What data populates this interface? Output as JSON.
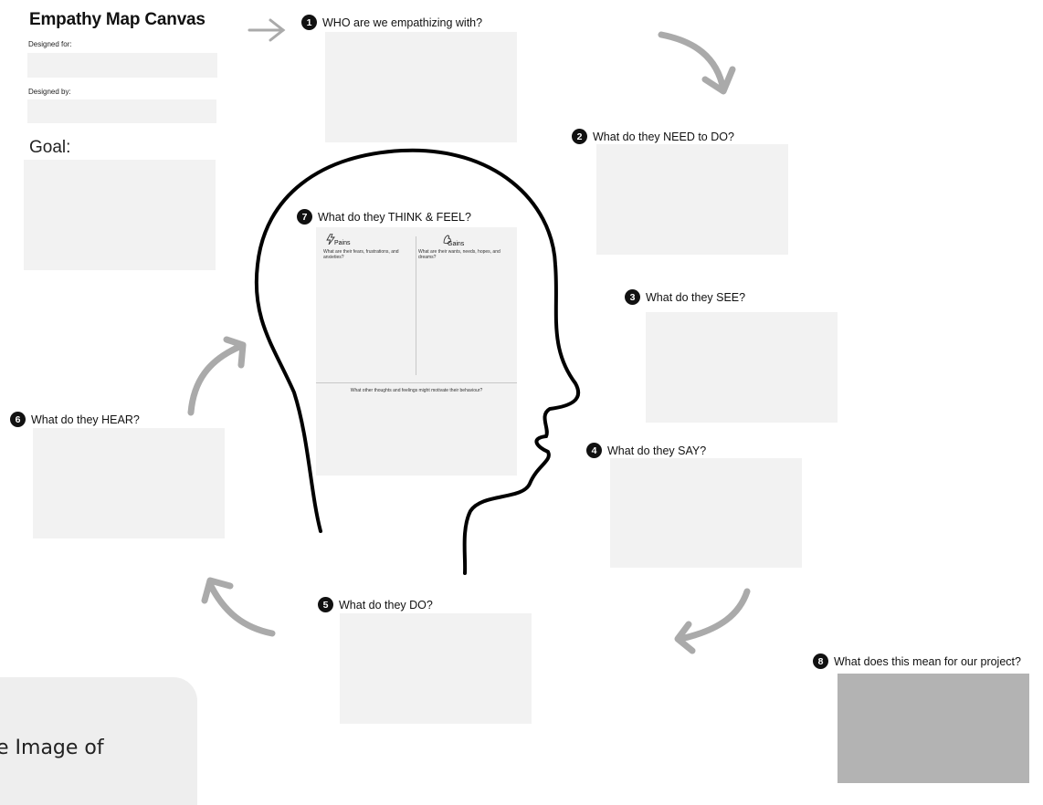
{
  "canvas": {
    "title": "Empathy Map Canvas",
    "designed_for_label": "Designed for:",
    "designed_by_label": "Designed by:",
    "goal_label": "Goal:"
  },
  "steps": [
    {
      "num": "1",
      "label": "WHO are we empathizing with?"
    },
    {
      "num": "2",
      "label": "What do they NEED to DO?"
    },
    {
      "num": "3",
      "label": "What do they SEE?"
    },
    {
      "num": "4",
      "label": "What do they SAY?"
    },
    {
      "num": "5",
      "label": "What do they DO?"
    },
    {
      "num": "6",
      "label": "What do they HEAR?"
    },
    {
      "num": "7",
      "label": "What do they THINK & FEEL?"
    },
    {
      "num": "8",
      "label": "What does this mean for our project?"
    }
  ],
  "think_feel": {
    "pains_title": "Pains",
    "pains_text": "What are their fears, frustrations, and anxieties?",
    "gains_title": "Gains",
    "gains_text": "What are their wants, needs, hopes, and dreams?",
    "other_text": "What other thoughts and feelings might motivate their behaviour?"
  },
  "overlay": {
    "text": "e Image of"
  },
  "icons": {
    "pains": "lightning-icon",
    "gains": "flexed-arm-icon"
  },
  "colors": {
    "box": "#f2f2f2",
    "box_dark": "#b3b3b3",
    "arrow": "#aaaaaa",
    "outline": "#000000"
  }
}
